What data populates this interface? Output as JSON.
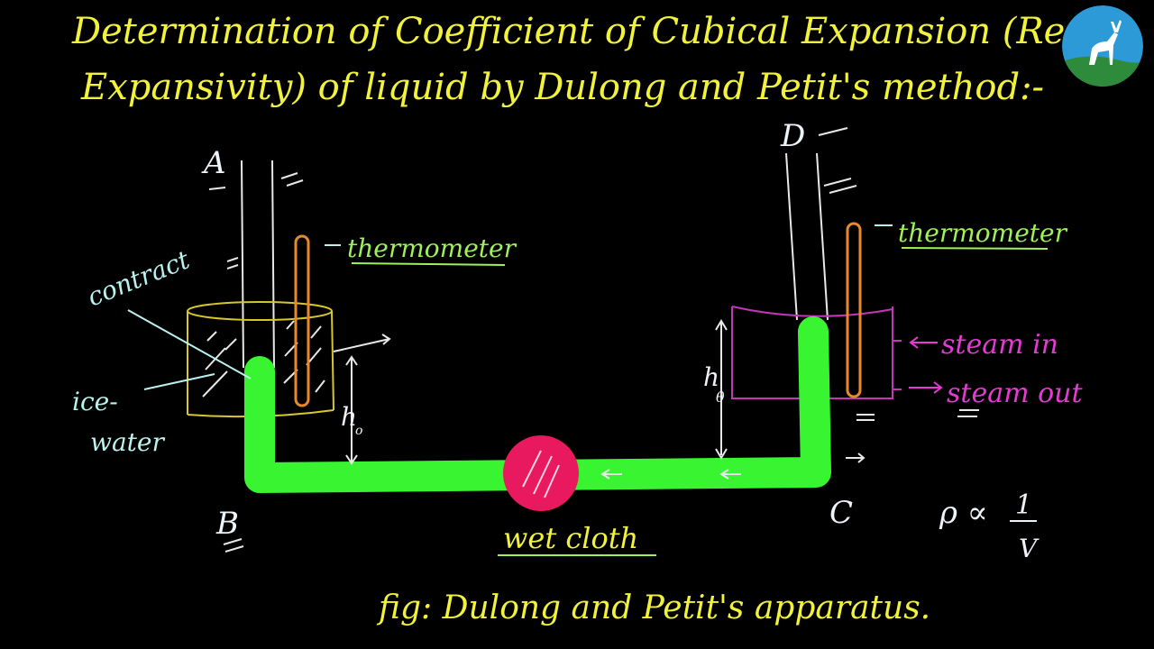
{
  "title": {
    "line1": "Determination of Coefficient of Cubical Expansion (Real",
    "line2": "Expansivity) of liquid by Dulong and Petit's method:-"
  },
  "labels": {
    "A": "A",
    "B": "B",
    "C": "C",
    "D": "D",
    "thermometer_left": "thermometer",
    "thermometer_right": "thermometer",
    "contract": "contract",
    "ice_water_1": "ice-",
    "ice_water_2": "water",
    "h0": "h",
    "h0_sub": "o",
    "h_theta": "h",
    "h_theta_sub": "θ",
    "steam_in": "steam in",
    "steam_out": "steam out",
    "wet_cloth": "wet cloth",
    "rho_formula": "ρ ∝",
    "rho_num": "1",
    "rho_den": "V",
    "caption": "fig: Dulong and Petit's apparatus."
  },
  "colors": {
    "title": "#f2f23c",
    "liquid": "#39f531",
    "ice_vessel": "#d8c72c",
    "steam_vessel": "#c236b8",
    "thermometer": "#e88a2c",
    "cloth": "#e8195e",
    "annotation_green": "#9ff05a"
  },
  "logo": {
    "icon": "deer-icon"
  }
}
